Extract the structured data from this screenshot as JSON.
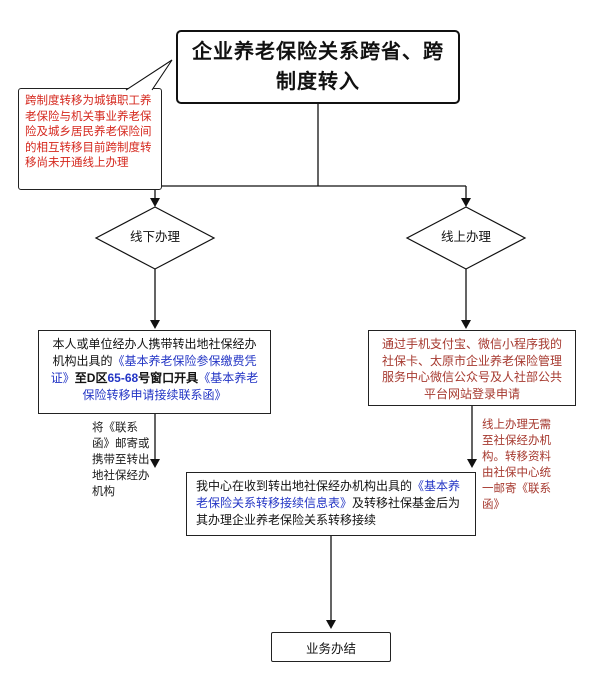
{
  "title": {
    "line1": "企业养老保险关系跨省、跨",
    "line2": "制度转入"
  },
  "callout": {
    "text": "跨制度转移为城镇职工养老保险与机关事业养老保险及城乡居民养老保险间的相互转移目前跨制度转移尚未开通线上办理"
  },
  "decisions": {
    "offline": "线下办理",
    "online": "线上办理"
  },
  "offline_box": {
    "segments": [
      {
        "text": "本人或单位经办人携带转出地社保经办机构出具的",
        "style": "black"
      },
      {
        "text": "《基本养老保险参保缴费凭证》",
        "style": "blue"
      },
      {
        "text": "至D区",
        "style": "black-bold"
      },
      {
        "text": "65-68",
        "style": "blue-bold"
      },
      {
        "text": "号窗口开具",
        "style": "black-bold"
      },
      {
        "text": "《基本养老保险转移申请接续联系函》",
        "style": "blue"
      }
    ]
  },
  "online_box": {
    "text": "通过手机支付宝、微信小程序我的社保卡、太原市企业养老保险管理服务中心微信公众号及人社部公共平台网站登录申请"
  },
  "offline_note": {
    "text": "将《联系函》邮寄或携带至转出地社保经办机构"
  },
  "online_note": {
    "text": "线上办理无需至社保经办机构。转移资料由社保中心统一邮寄《联系函》"
  },
  "merge_box": {
    "segments": [
      {
        "text": "我中心在收到转出地社保经办机构出具的",
        "style": "black"
      },
      {
        "text": "《基本养老保险关系转移接续信息表》",
        "style": "blue"
      },
      {
        "text": "及转移社保基金后为其办理企业养老保险关系转移接续",
        "style": "black"
      }
    ]
  },
  "end_box": {
    "label": "业务办结"
  },
  "colors": {
    "link_blue": "#2335c5",
    "callout_red": "#d5281e",
    "note_red": "#a6392f",
    "line": "#111111"
  }
}
